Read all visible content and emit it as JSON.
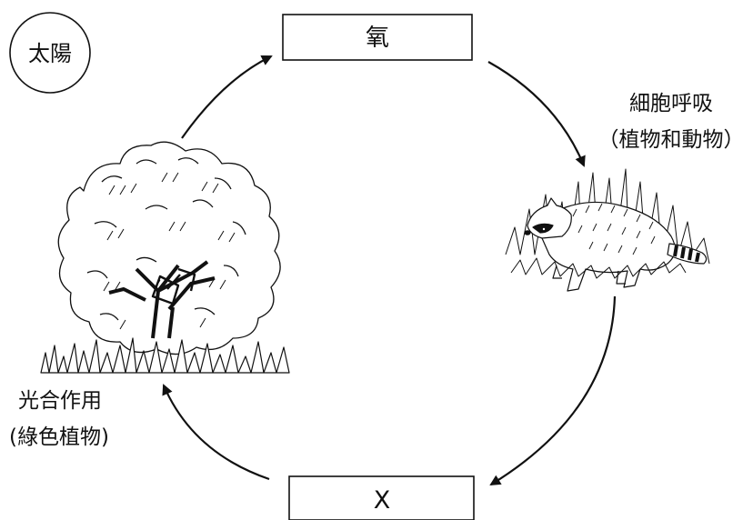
{
  "sun": {
    "label": "太陽"
  },
  "top_box": {
    "label": "氧"
  },
  "bottom_box": {
    "label": "X"
  },
  "respiration": {
    "line1": "細胞呼吸",
    "line2": "（植物和動物）"
  },
  "photosynthesis": {
    "line1": "光合作用",
    "line2": "(綠色植物)"
  },
  "organisms": {
    "plant": "tree-illustration",
    "animal": "raccoon-illustration"
  },
  "colors": {
    "ink": "#111111",
    "background": "#ffffff"
  }
}
